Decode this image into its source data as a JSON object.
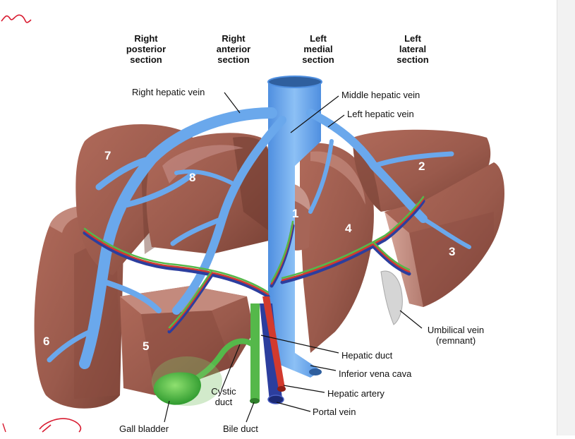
{
  "section_headers": [
    {
      "lines": [
        "Right",
        "posterior",
        "section"
      ]
    },
    {
      "lines": [
        "Right",
        "anterior",
        "section"
      ]
    },
    {
      "lines": [
        "Left",
        "medial",
        "section"
      ]
    },
    {
      "lines": [
        "Left",
        "lateral",
        "section"
      ]
    }
  ],
  "segments": [
    "1",
    "2",
    "3",
    "4",
    "5",
    "6",
    "7",
    "8"
  ],
  "labels": {
    "right_hepatic_vein": "Right hepatic vein",
    "middle_hepatic_vein": "Middle hepatic vein",
    "left_hepatic_vein": "Left hepatic vein",
    "umbilical_vein": [
      "Umbilical vein",
      "(remnant)"
    ],
    "hepatic_duct": "Hepatic duct",
    "inferior_vena_cava": "Inferior vena cava",
    "hepatic_artery": "Hepatic artery",
    "portal_vein": "Portal vein",
    "cystic_duct": [
      "Cystic",
      "duct"
    ],
    "gall_bladder": "Gall bladder",
    "bile_duct": "Bile duct"
  },
  "colors": {
    "liver": "#9a5a4c",
    "liver_dark": "#6f3b30",
    "liver_cut": "#c49186",
    "vein": "#6aa8ec",
    "portal": "#2c3e9e",
    "artery": "#d23a2e",
    "bile": "#55b84a",
    "ink": "#d81b30"
  }
}
